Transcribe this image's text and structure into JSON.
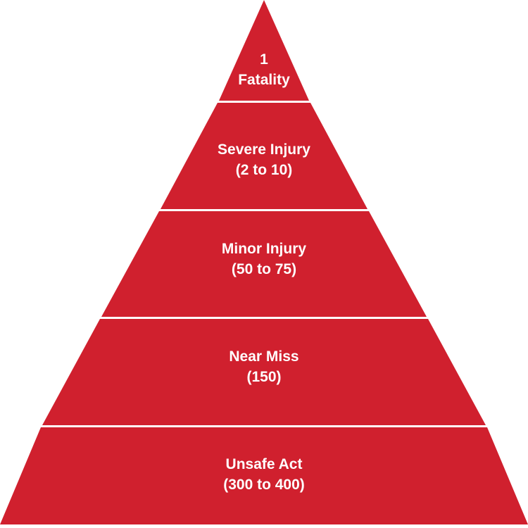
{
  "colors": {
    "fill": "#d0202e",
    "divider": "#ffffff",
    "text": "#ffffff"
  },
  "levels": [
    {
      "line1": "1",
      "line2": "Fatality"
    },
    {
      "line1": "Severe Injury",
      "line2": "(2 to 10)"
    },
    {
      "line1": "Minor Injury",
      "line2": "(50 to 75)"
    },
    {
      "line1": "Near Miss",
      "line2": "(150)"
    },
    {
      "line1": "Unsafe Act",
      "line2": "(300 to 400)"
    }
  ]
}
